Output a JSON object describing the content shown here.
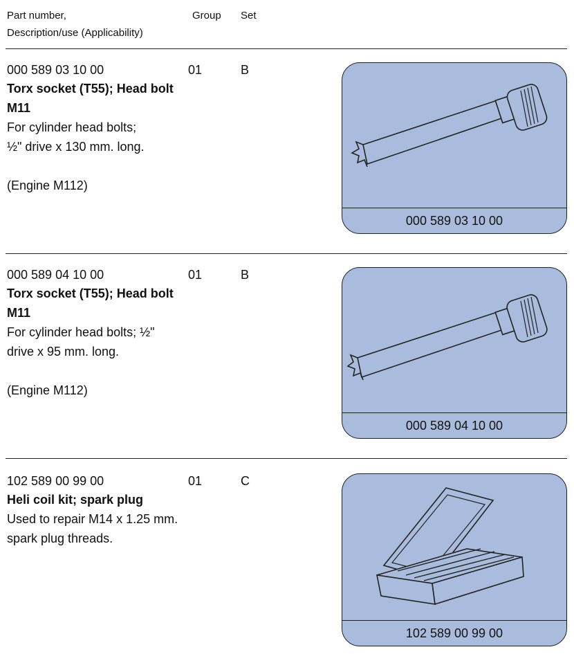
{
  "header": {
    "col1_line1": "Part number,",
    "col1_line2": "Description/use (Applicability)",
    "col2": "Group",
    "col3": "Set"
  },
  "entries": [
    {
      "part_number": "000 589 03 10 00",
      "group": "01",
      "set": "B",
      "title_line1": "Torx socket (T55); Head bolt",
      "title_line2": "M11",
      "desc_line1": "For cylinder head bolts;",
      "desc_line2": "½\" drive x 130 mm. long.",
      "applicability": "(Engine M112)",
      "image_caption": "000 589 03 10 00",
      "image_icon": "torx-socket-icon"
    },
    {
      "part_number": "000 589 04 10 00",
      "group": "01",
      "set": "B",
      "title_line1": "Torx socket (T55); Head bolt",
      "title_line2": "M11",
      "desc_line1": "For cylinder head bolts; ½\"",
      "desc_line2": "drive x 95 mm. long.",
      "applicability": "(Engine M112)",
      "image_caption": "000 589 04 10 00",
      "image_icon": "torx-socket-icon"
    },
    {
      "part_number": "102 589 00 99 00",
      "group": "01",
      "set": "C",
      "title_line1": "Heli coil kit; spark plug",
      "desc_line1": "Used to repair M14 x 1.25 mm.",
      "desc_line2": "spark plug threads.",
      "image_caption": "102 589 00 99 00",
      "image_icon": "tool-case-icon"
    }
  ],
  "colors": {
    "panel_fill": "#a9bcdd",
    "line": "#222222"
  }
}
